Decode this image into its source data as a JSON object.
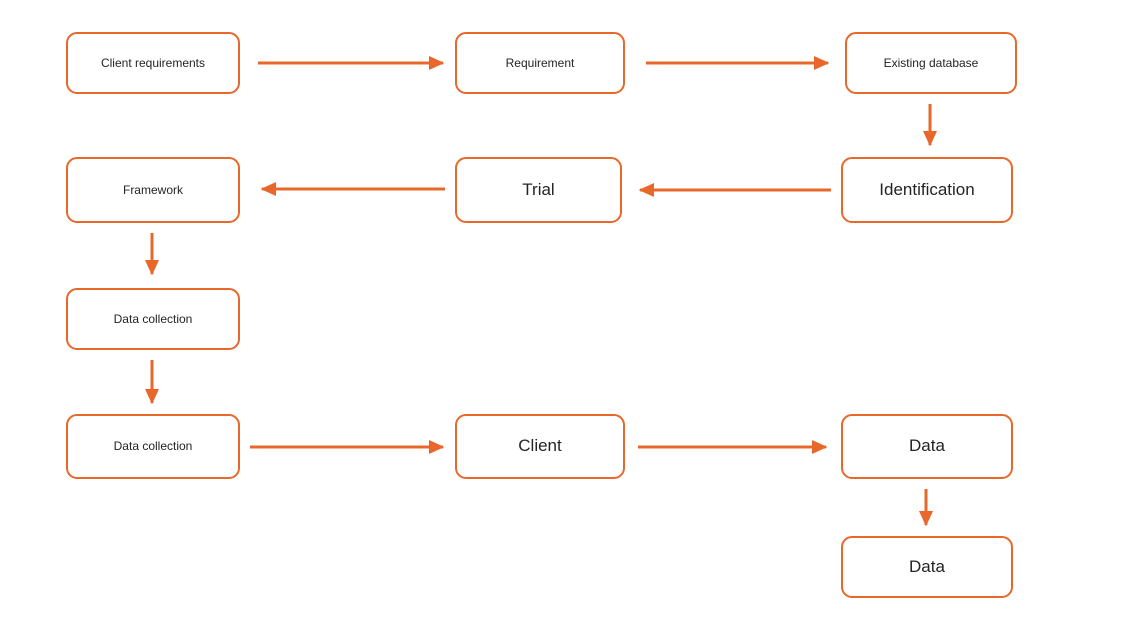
{
  "diagram": {
    "title": "",
    "background_color": "#ffffff",
    "accent_color": "#E8682C",
    "text_color": "#242424",
    "nodes": [
      {
        "id": "client-requirements",
        "label": "Client requirements"
      },
      {
        "id": "requirement",
        "label": "Requirement"
      },
      {
        "id": "existing-database",
        "label": "Existing database"
      },
      {
        "id": "identification",
        "label": "Identification"
      },
      {
        "id": "trial",
        "label": "Trial"
      },
      {
        "id": "framework",
        "label": "Framework"
      },
      {
        "id": "data-collection-1",
        "label": "Data collection"
      },
      {
        "id": "data-collection-2",
        "label": "Data collection"
      },
      {
        "id": "client",
        "label": "Client"
      },
      {
        "id": "data-1",
        "label": "Data"
      },
      {
        "id": "data-2",
        "label": "Data"
      }
    ],
    "edges": [
      {
        "from": "client-requirements",
        "to": "requirement",
        "direction": "right"
      },
      {
        "from": "requirement",
        "to": "existing-database",
        "direction": "right"
      },
      {
        "from": "existing-database",
        "to": "identification",
        "direction": "down"
      },
      {
        "from": "identification",
        "to": "trial",
        "direction": "left"
      },
      {
        "from": "trial",
        "to": "framework",
        "direction": "left"
      },
      {
        "from": "framework",
        "to": "data-collection-1",
        "direction": "down"
      },
      {
        "from": "data-collection-1",
        "to": "data-collection-2",
        "direction": "down"
      },
      {
        "from": "data-collection-2",
        "to": "client",
        "direction": "right"
      },
      {
        "from": "client",
        "to": "data-1",
        "direction": "right"
      },
      {
        "from": "data-1",
        "to": "data-2",
        "direction": "down"
      }
    ]
  }
}
